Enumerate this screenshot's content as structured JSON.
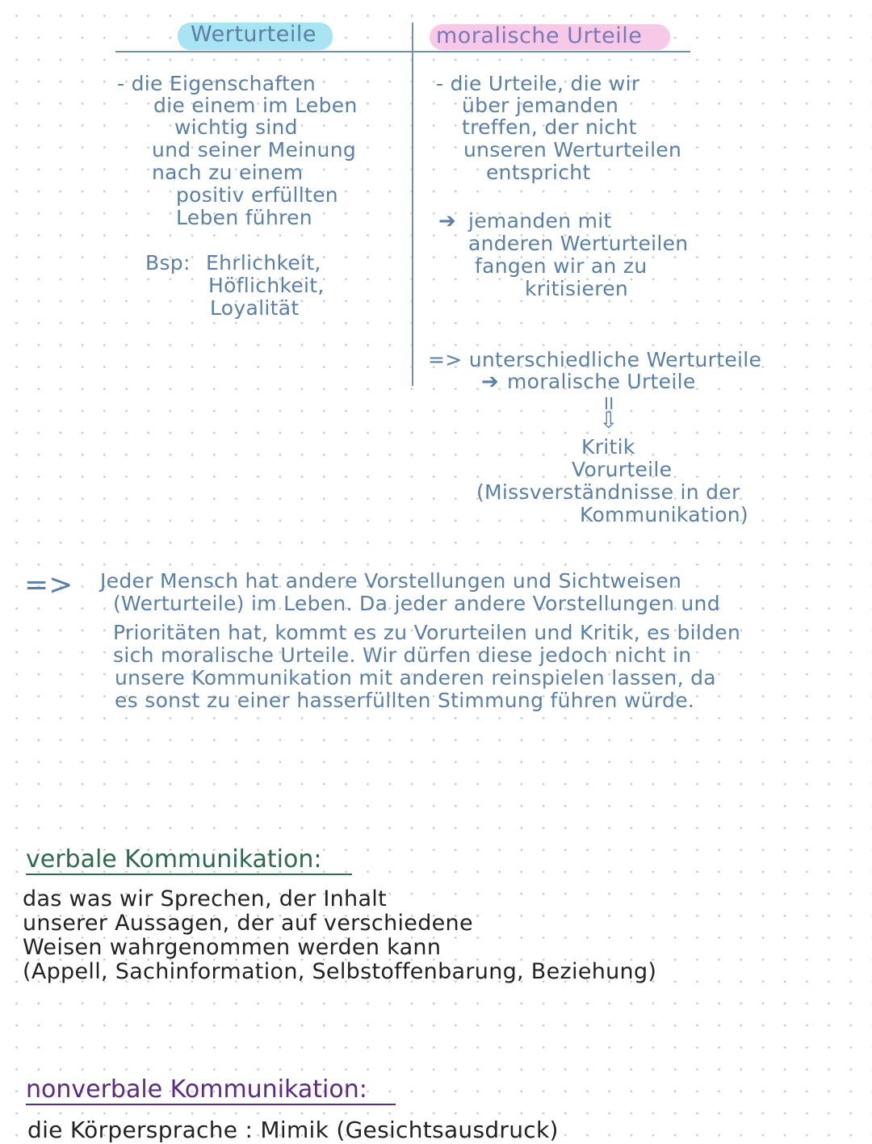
{
  "left": {
    "heading": "Werturteile",
    "def_lines": [
      "- die Eigenschaften",
      "die einem im Leben",
      "wichtig sind",
      "und seiner Meinung",
      "nach zu einem",
      "positiv erfüllten",
      "Leben führen"
    ],
    "example_label": "Bsp:",
    "examples": [
      "Ehrlichkeit,",
      "Höflichkeit,",
      "Loyalität"
    ]
  },
  "right": {
    "heading": "moralische Urteile",
    "def_lines": [
      "- die Urteile, die wir",
      "über jemanden",
      "treffen, der nicht",
      "unseren Werturteilen",
      "entspricht"
    ],
    "arrow_lines": [
      "jemanden mit",
      "anderen Werturteilen",
      "fangen wir an zu",
      "kritisieren"
    ],
    "result_lines": [
      "=> unterschiedliche Werturteile",
      "moralische Urteile"
    ],
    "equals": "II",
    "outcome_lines": [
      "Kritik",
      "Vorurteile",
      "(Missverständnisse in der",
      "Kommunikation)"
    ]
  },
  "conclusion": {
    "arrow": "=>",
    "lines": [
      "Jeder Mensch hat andere Vorstellungen und Sichtweisen",
      "(Werturteile) im Leben. Da jeder andere Vorstellungen und",
      "Prioritäten hat, kommt es zu Vorurteilen und Kritik, es bilden",
      "sich moralische Urteile. Wir dürfen diese jedoch nicht in",
      "unsere Kommunikation mit anderen reinspielen lassen, da",
      "es sonst zu einer hasserfüllten Stimmung führen würde."
    ]
  },
  "verbal": {
    "heading": "verbale Kommunikation:",
    "lines": [
      "das was wir Sprechen, der Inhalt",
      "unserer Aussagen, der auf verschiedene",
      "Weisen wahrgenommen werden kann",
      "(Appell, Sachinformation, Selbstoffenbarung, Beziehung)"
    ]
  },
  "nonverbal": {
    "heading": "nonverbale Kommunikation:",
    "line": "die Körpersprache : Mimik (Gesichtsausdruck)"
  },
  "colors": {
    "ink": "#5b7fa6",
    "highlight_blue": "#a9e4f3",
    "highlight_pink": "#f7c9e6",
    "green": "#2e6b4c",
    "purple": "#5b2a86"
  }
}
